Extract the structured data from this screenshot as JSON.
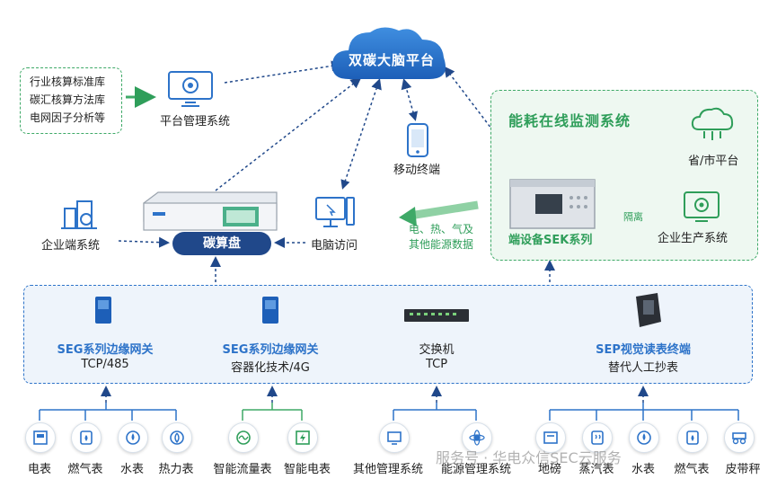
{
  "cloud": {
    "label": "双碳大脑平台"
  },
  "standards": {
    "items": [
      "行业核算标准库",
      "碳汇核算方法库",
      "电网因子分析等"
    ]
  },
  "platform": {
    "label": "平台管理系统"
  },
  "mobile": {
    "label": "移动终端"
  },
  "monitor": {
    "title": "能耗在线监测系统",
    "province_label": "省/市平台",
    "device_label": "端设备SEK系列",
    "isolation_label": "隔离",
    "production_label": "企业生产系统"
  },
  "energy_flow": {
    "line1": "电、热、气及",
    "line2": "其他能源数据"
  },
  "enterprise": {
    "label": "企业端系统"
  },
  "carbon_disk": {
    "label": "碳算盘"
  },
  "pc": {
    "label": "电脑访问"
  },
  "devices": [
    {
      "title": "SEG系列边缘网关",
      "sub": "TCP/485"
    },
    {
      "title": "SEG系列边缘网关",
      "sub": "容器化技术/4G"
    },
    {
      "title": "交换机",
      "sub": "TCP"
    },
    {
      "title": "SEP视觉读表终端",
      "sub": "替代人工抄表"
    }
  ],
  "meters": [
    {
      "label": "电表",
      "icon": "electric-meter-icon"
    },
    {
      "label": "燃气表",
      "icon": "gas-meter-icon"
    },
    {
      "label": "水表",
      "icon": "water-meter-icon"
    },
    {
      "label": "热力表",
      "icon": "heat-meter-icon"
    },
    {
      "label": "智能流量表",
      "icon": "flow-meter-icon"
    },
    {
      "label": "智能电表",
      "icon": "smart-meter-icon"
    },
    {
      "label": "其他管理系统",
      "icon": "management-system-icon"
    },
    {
      "label": "能源管理系统",
      "icon": "energy-system-icon"
    },
    {
      "label": "地磅",
      "icon": "scale-icon"
    },
    {
      "label": "蒸汽表",
      "icon": "steam-meter-icon"
    },
    {
      "label": "水表",
      "icon": "water-meter-icon"
    },
    {
      "label": "燃气表",
      "icon": "gas-meter-icon"
    },
    {
      "label": "皮带秤",
      "icon": "belt-scale-icon"
    }
  ],
  "watermark": {
    "text": "服务号 · 华电众信SEC云服务"
  },
  "colors": {
    "green": "#2f9e5a",
    "blue": "#2d73c9",
    "navy": "#20488a"
  }
}
